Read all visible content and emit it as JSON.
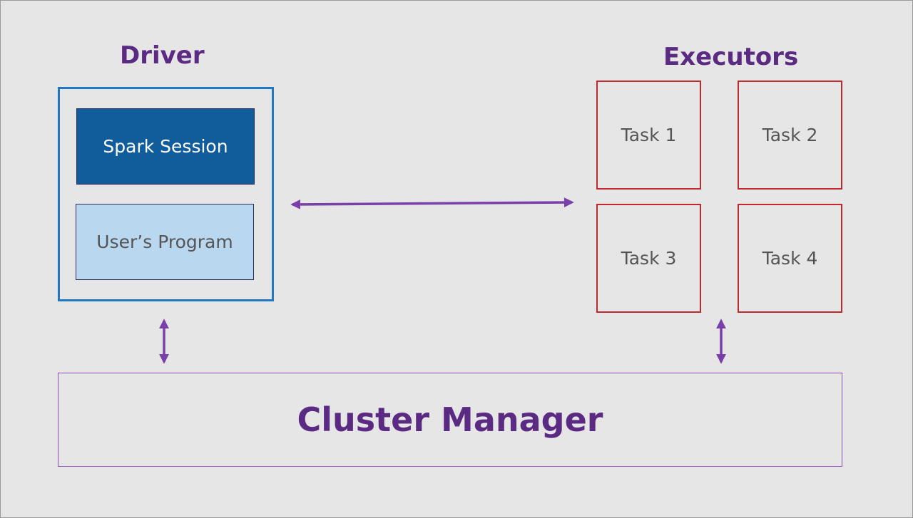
{
  "driver": {
    "title": "Driver",
    "spark_session": "Spark Session",
    "users_program": "User’s Program"
  },
  "executors": {
    "title": "Executors",
    "tasks": [
      "Task 1",
      "Task 2",
      "Task 3",
      "Task 4"
    ]
  },
  "cluster_manager": {
    "label": "Cluster Manager"
  },
  "colors": {
    "accent_purple": "#5b2a82",
    "arrow_purple": "#7a3fa8",
    "driver_border": "#1f78c1",
    "spark_session_fill": "#115c9b",
    "users_program_fill": "#b9d7ee",
    "task_border": "#c0282d",
    "background": "#e6e6e6"
  }
}
